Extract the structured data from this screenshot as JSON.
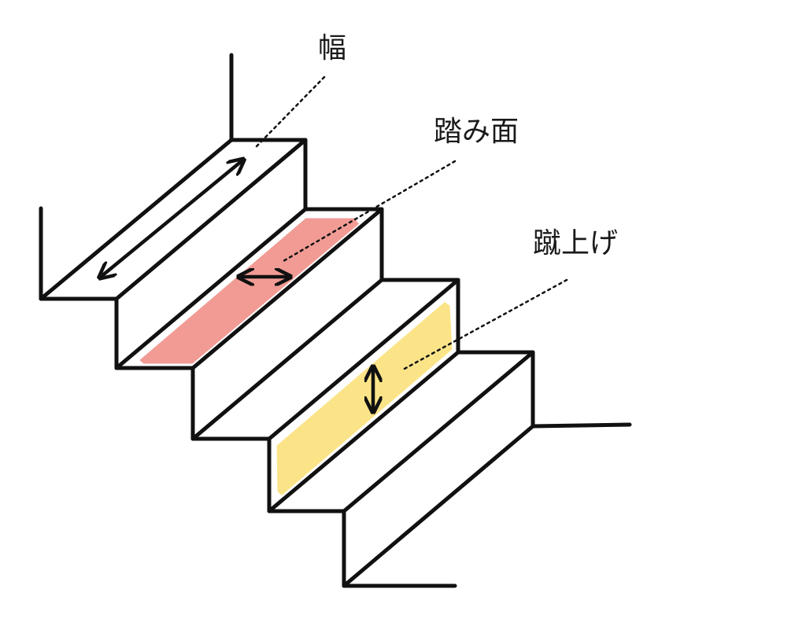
{
  "labels": {
    "width": "幅",
    "tread": "踏み面",
    "riser": "蹴上げ"
  },
  "colors": {
    "line": "#111111",
    "tread_highlight": "#f29b95",
    "riser_highlight": "#fbe488",
    "background": "#ffffff"
  },
  "icons": {
    "width_arrow": "double-arrow-diagonal",
    "tread_arrow": "double-arrow-horizontal",
    "riser_arrow": "double-arrow-vertical"
  }
}
